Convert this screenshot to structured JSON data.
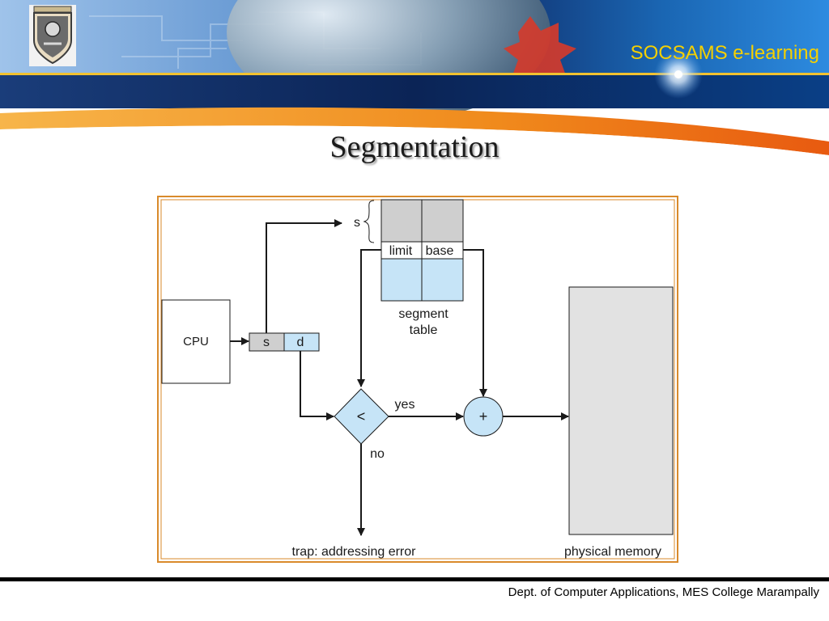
{
  "header": {
    "brand": "SOCSAMS e-learning",
    "logo_icon": "college-crest-icon"
  },
  "slide": {
    "title": "Segmentation"
  },
  "diagram": {
    "cpu_label": "CPU",
    "address_s": "s",
    "address_d": "d",
    "s_brace_label": "s",
    "table_col_limit": "limit",
    "table_col_base": "base",
    "segment_table_line1": "segment",
    "segment_table_line2": "table",
    "compare_symbol": "<",
    "yes_label": "yes",
    "no_label": "no",
    "add_symbol": "+",
    "trap_label": "trap: addressing error",
    "memory_label": "physical memory",
    "colors": {
      "frame_border": "#d98a2b",
      "shaded": "#cfcfcf",
      "light_blue": "#c6e4f7",
      "memory_fill": "#e2e2e2"
    }
  },
  "footer": {
    "text": "Dept. of Computer Applications, MES College Marampally"
  }
}
